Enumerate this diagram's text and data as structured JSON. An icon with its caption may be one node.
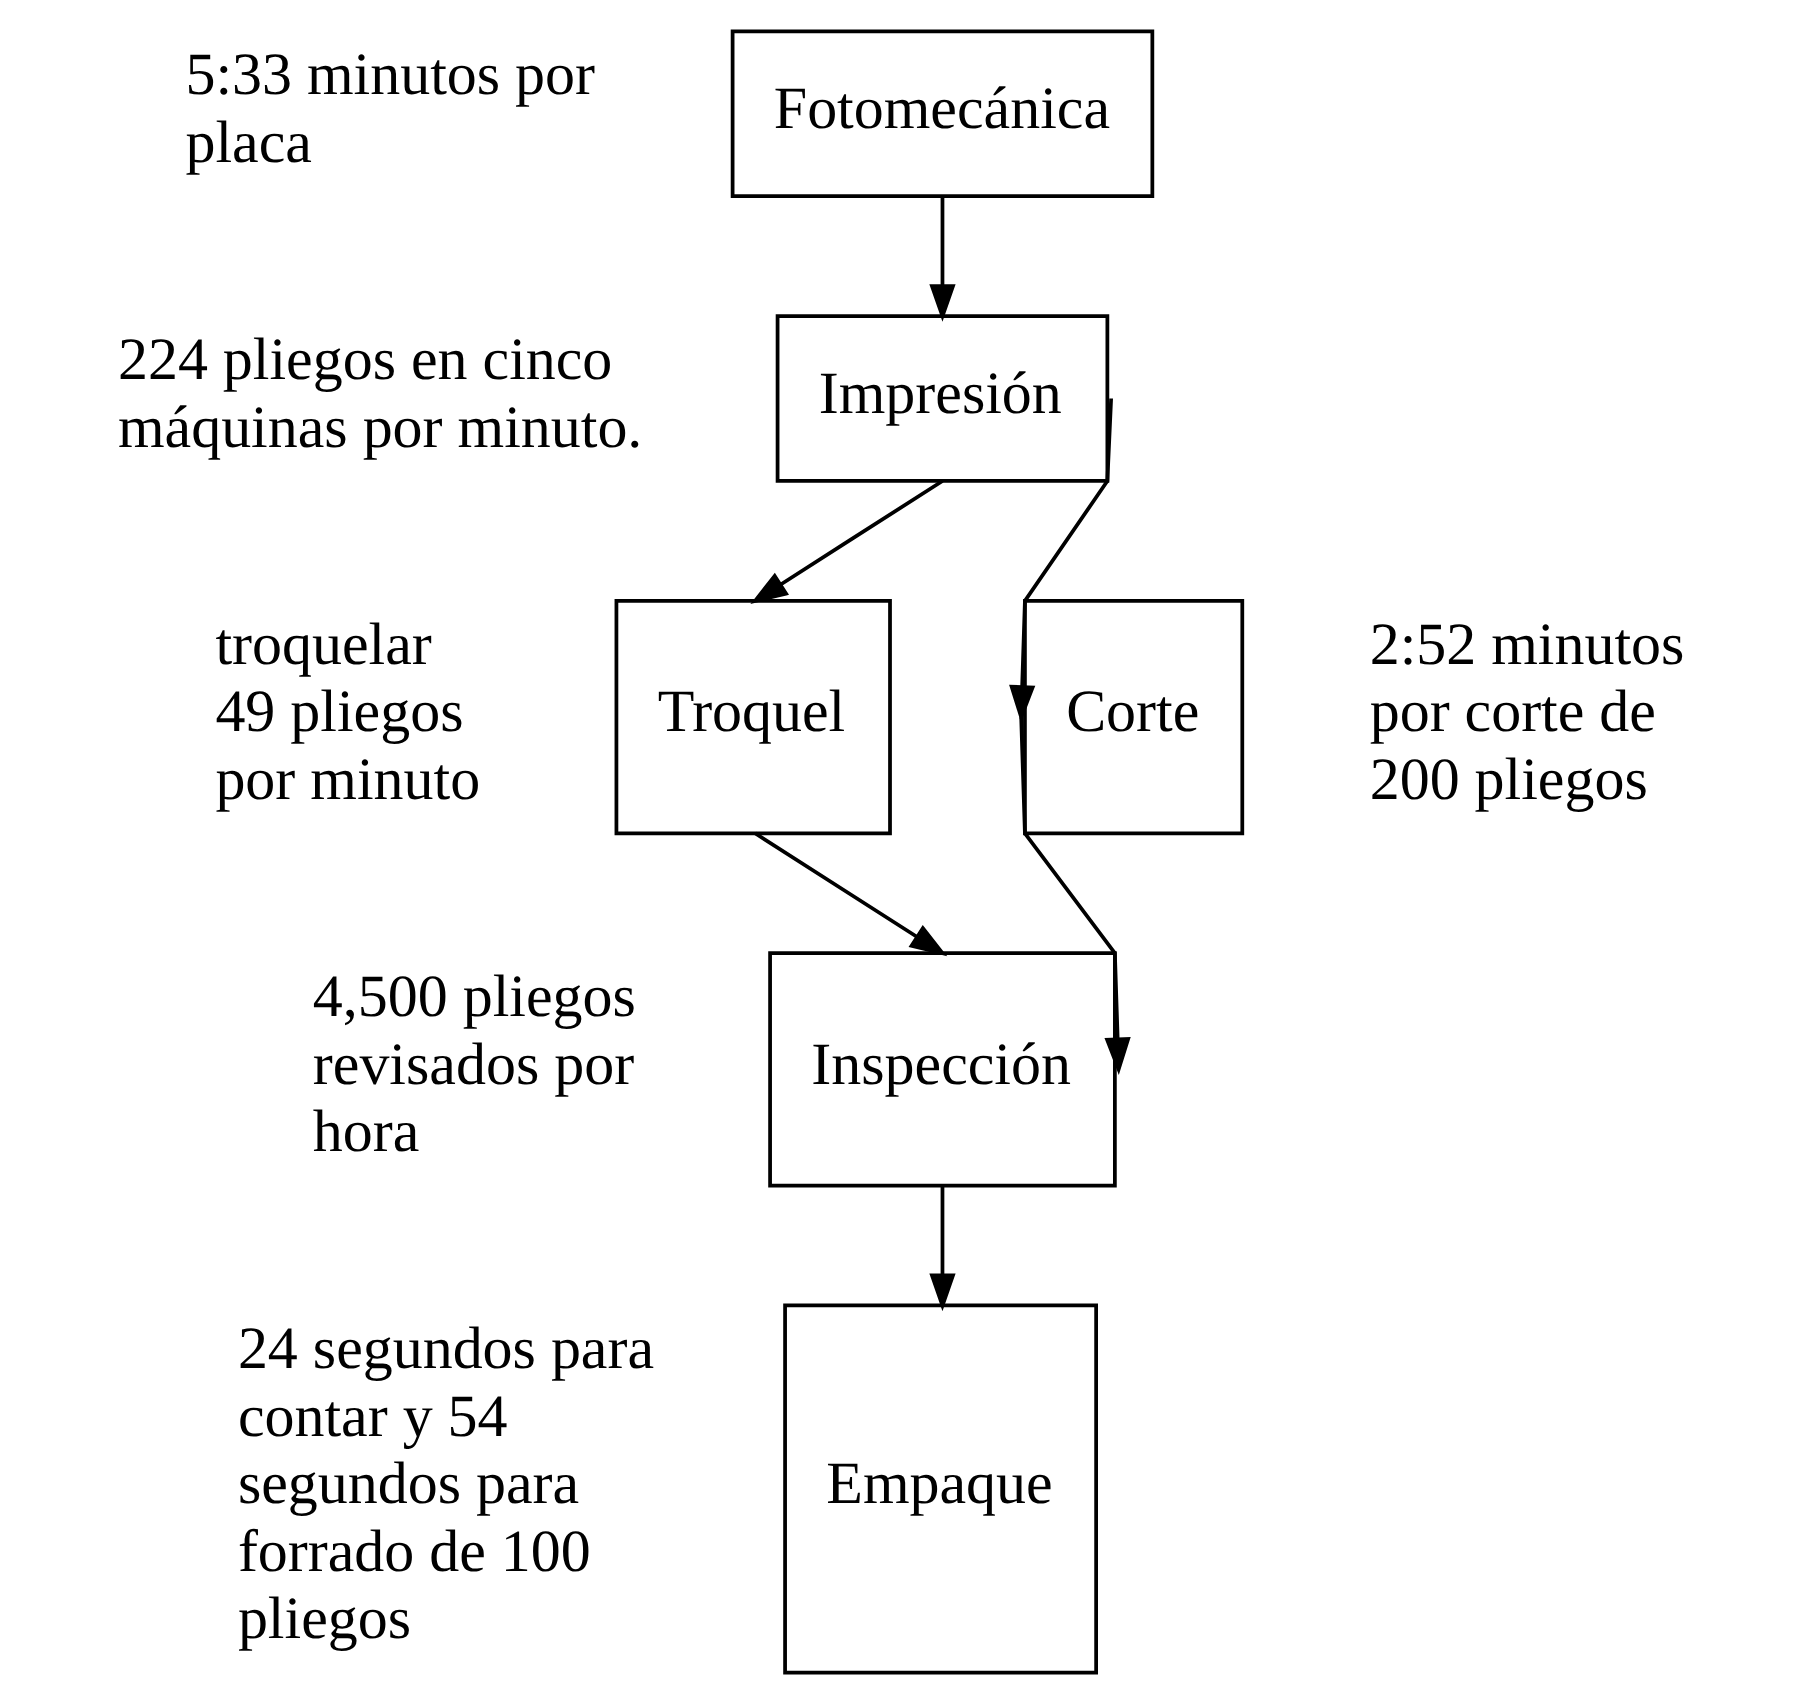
{
  "diagram": {
    "nodes": [
      {
        "text": [
          "Fotomecánica"
        ],
        "beside": [
          "5:33 minutos por placa"
        ]
      },
      {
        "text": [
          "Impresión"
        ],
        "beside": [
          "224 pliegos en cinco máquinas por minuto."
        ]
      },
      {
        "text": [
          "Troquel"
        ],
        "beside": [
          "troquelar 49 pliegos por minuto"
        ]
      },
      {
        "text": [
          "Corte"
        ],
        "beside": [
          "2:52 minutos por corte de 200 pliegos"
        ]
      },
      {
        "text": [
          "Inspección"
        ],
        "beside": [
          "4,500 pliegos revisados por hora"
        ]
      },
      {
        "text": [
          "Empaque"
        ],
        "beside": [
          "24 segundos para contar y 54 segundos para forrado de 100 pliegos"
        ]
      }
    ],
    "edges": [
      {
        "from": 0,
        "to": 1,
        "arrow": "to"
      },
      {
        "from": 1,
        "to": 2,
        "arrow": "to"
      },
      {
        "from": 1,
        "to": 3,
        "arrow": "to"
      },
      {
        "from": 2,
        "to": 4,
        "arrow": "to"
      },
      {
        "from": 3,
        "to": 4,
        "arrow": "to"
      },
      {
        "from": 4,
        "to": 5,
        "arrow": "to"
      }
    ]
  }
}
